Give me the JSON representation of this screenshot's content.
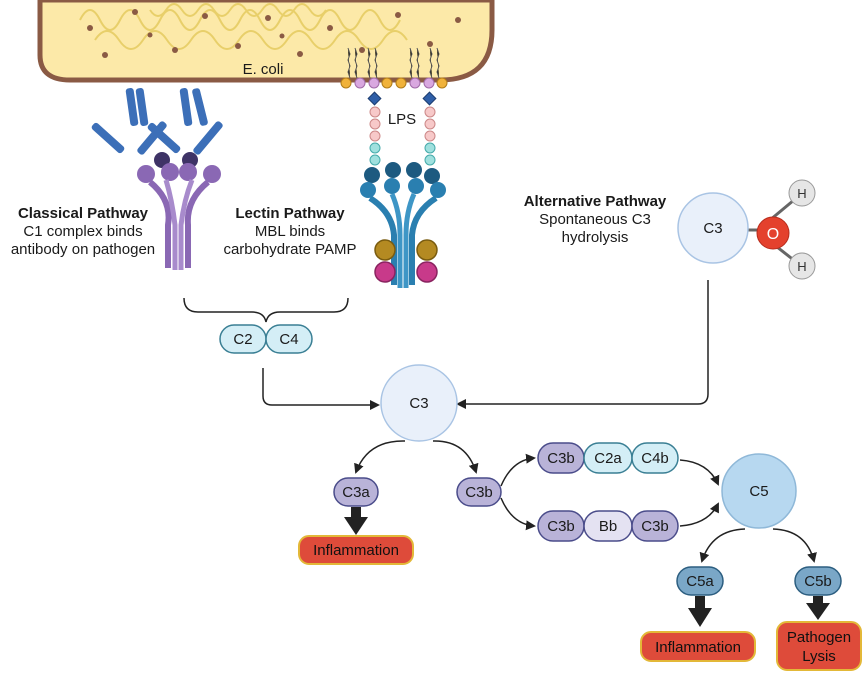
{
  "bacterium": {
    "name": "E. coli",
    "lps_label": "LPS"
  },
  "pathways": {
    "classical": {
      "title": "Classical Pathway",
      "line1": "C1 complex binds",
      "line2": "antibody on pathogen"
    },
    "lectin": {
      "title": "Lectin Pathway",
      "line1": "MBL binds",
      "line2": "carbohydrate PAMP"
    },
    "alternative": {
      "title": "Alternative Pathway",
      "line1": "Spontaneous C3",
      "line2": "hydrolysis"
    }
  },
  "water": {
    "center": "C3",
    "oxygen": "O",
    "h1": "H",
    "h2": "H"
  },
  "nodes": {
    "c2": "C2",
    "c4": "C4",
    "c3": "C3",
    "c3a": "C3a",
    "c3b": "C3b",
    "conv1": [
      "C3b",
      "C2a",
      "C4b"
    ],
    "conv2": [
      "C3b",
      "Bb",
      "C3b"
    ],
    "c5": "C5",
    "c5a": "C5a",
    "c5b": "C5b"
  },
  "outcomes": {
    "inflammation_1": "Inflammation",
    "inflammation_2": "Inflammation",
    "lysis_line1": "Pathogen",
    "lysis_line2": "Lysis"
  },
  "colors": {
    "cell_fill": "#fce9a8",
    "cell_border": "#8a5a44",
    "antibody": "#3c6fb8",
    "c1": "#8a68b4",
    "c1_dark": "#3e3366",
    "mbl": "#2a7fb0",
    "mbl_dark": "#1d5a80",
    "node_c3": "#e9f0fa",
    "node_c5": "#b7d8f0",
    "pill_light": "#d4eef6",
    "pill_purple": "#b9b3d8",
    "pill_blue": "#7aa7c7",
    "outcome_fill": "#de4b3a",
    "outcome_border": "#e3b838"
  }
}
